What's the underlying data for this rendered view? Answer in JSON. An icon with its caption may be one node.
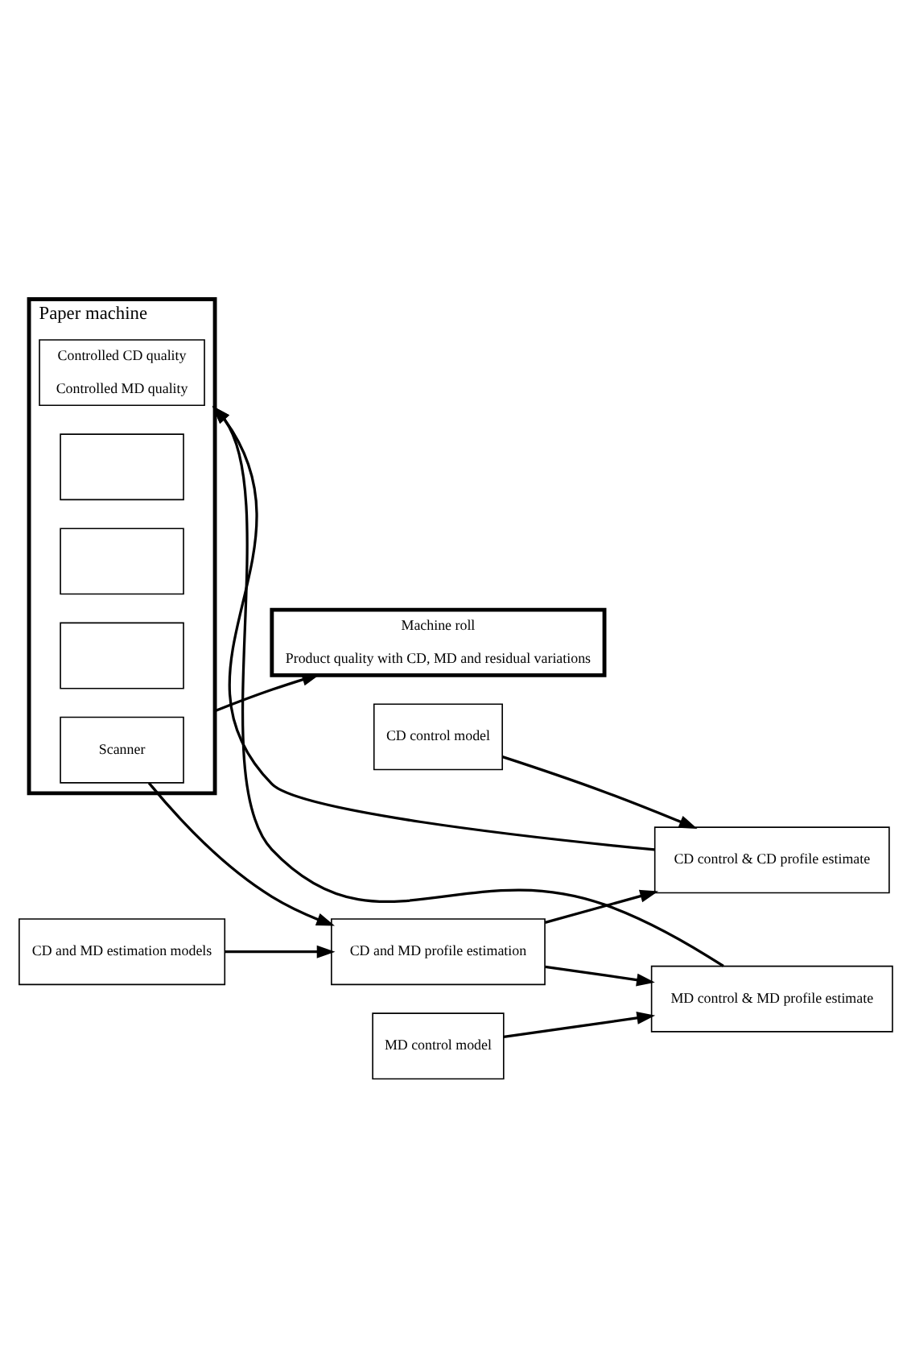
{
  "diagram": {
    "nodes": [
      {
        "text": [
          "Paper machine"
        ]
      },
      {
        "text": [
          "Controlled CD quality",
          "Controlled MD quality"
        ],
        "in": 0
      },
      {
        "text": [],
        "shape": "box",
        "in": 0
      },
      {
        "text": [],
        "shape": "box",
        "in": 0
      },
      {
        "text": [],
        "shape": "box",
        "in": 0
      },
      {
        "text": [
          "Scanner"
        ],
        "in": 0
      },
      {
        "text": [
          "Machine roll",
          "Product quality with CD, MD and residual variations"
        ]
      },
      {
        "text": [
          "CD and MD profile estimation"
        ]
      },
      {
        "text": [
          "CD control model"
        ]
      },
      {
        "text": [
          "CD control & CD profile estimate"
        ]
      },
      {
        "text": [
          "MD control & MD profile estimate"
        ]
      },
      {
        "text": [
          "CD and MD estimation models"
        ]
      },
      {
        "text": [
          "MD control model"
        ]
      }
    ],
    "edges": [
      {
        "from": 10,
        "to": 0,
        "arrow": "to"
      },
      {
        "from": 9,
        "to": 0,
        "arrow": "to"
      },
      {
        "from": 8,
        "to": 9,
        "arrow": "to"
      },
      {
        "from": 5,
        "to": 7,
        "arrow": "to"
      },
      {
        "from": 7,
        "to": 9,
        "arrow": "to"
      },
      {
        "from": 7,
        "to": 10,
        "arrow": "to"
      },
      {
        "from": 0,
        "to": 6,
        "arrow": "to"
      },
      {
        "from": 11,
        "to": 7,
        "arrow": "to"
      },
      {
        "from": 12,
        "to": 10,
        "arrow": "to"
      }
    ]
  }
}
